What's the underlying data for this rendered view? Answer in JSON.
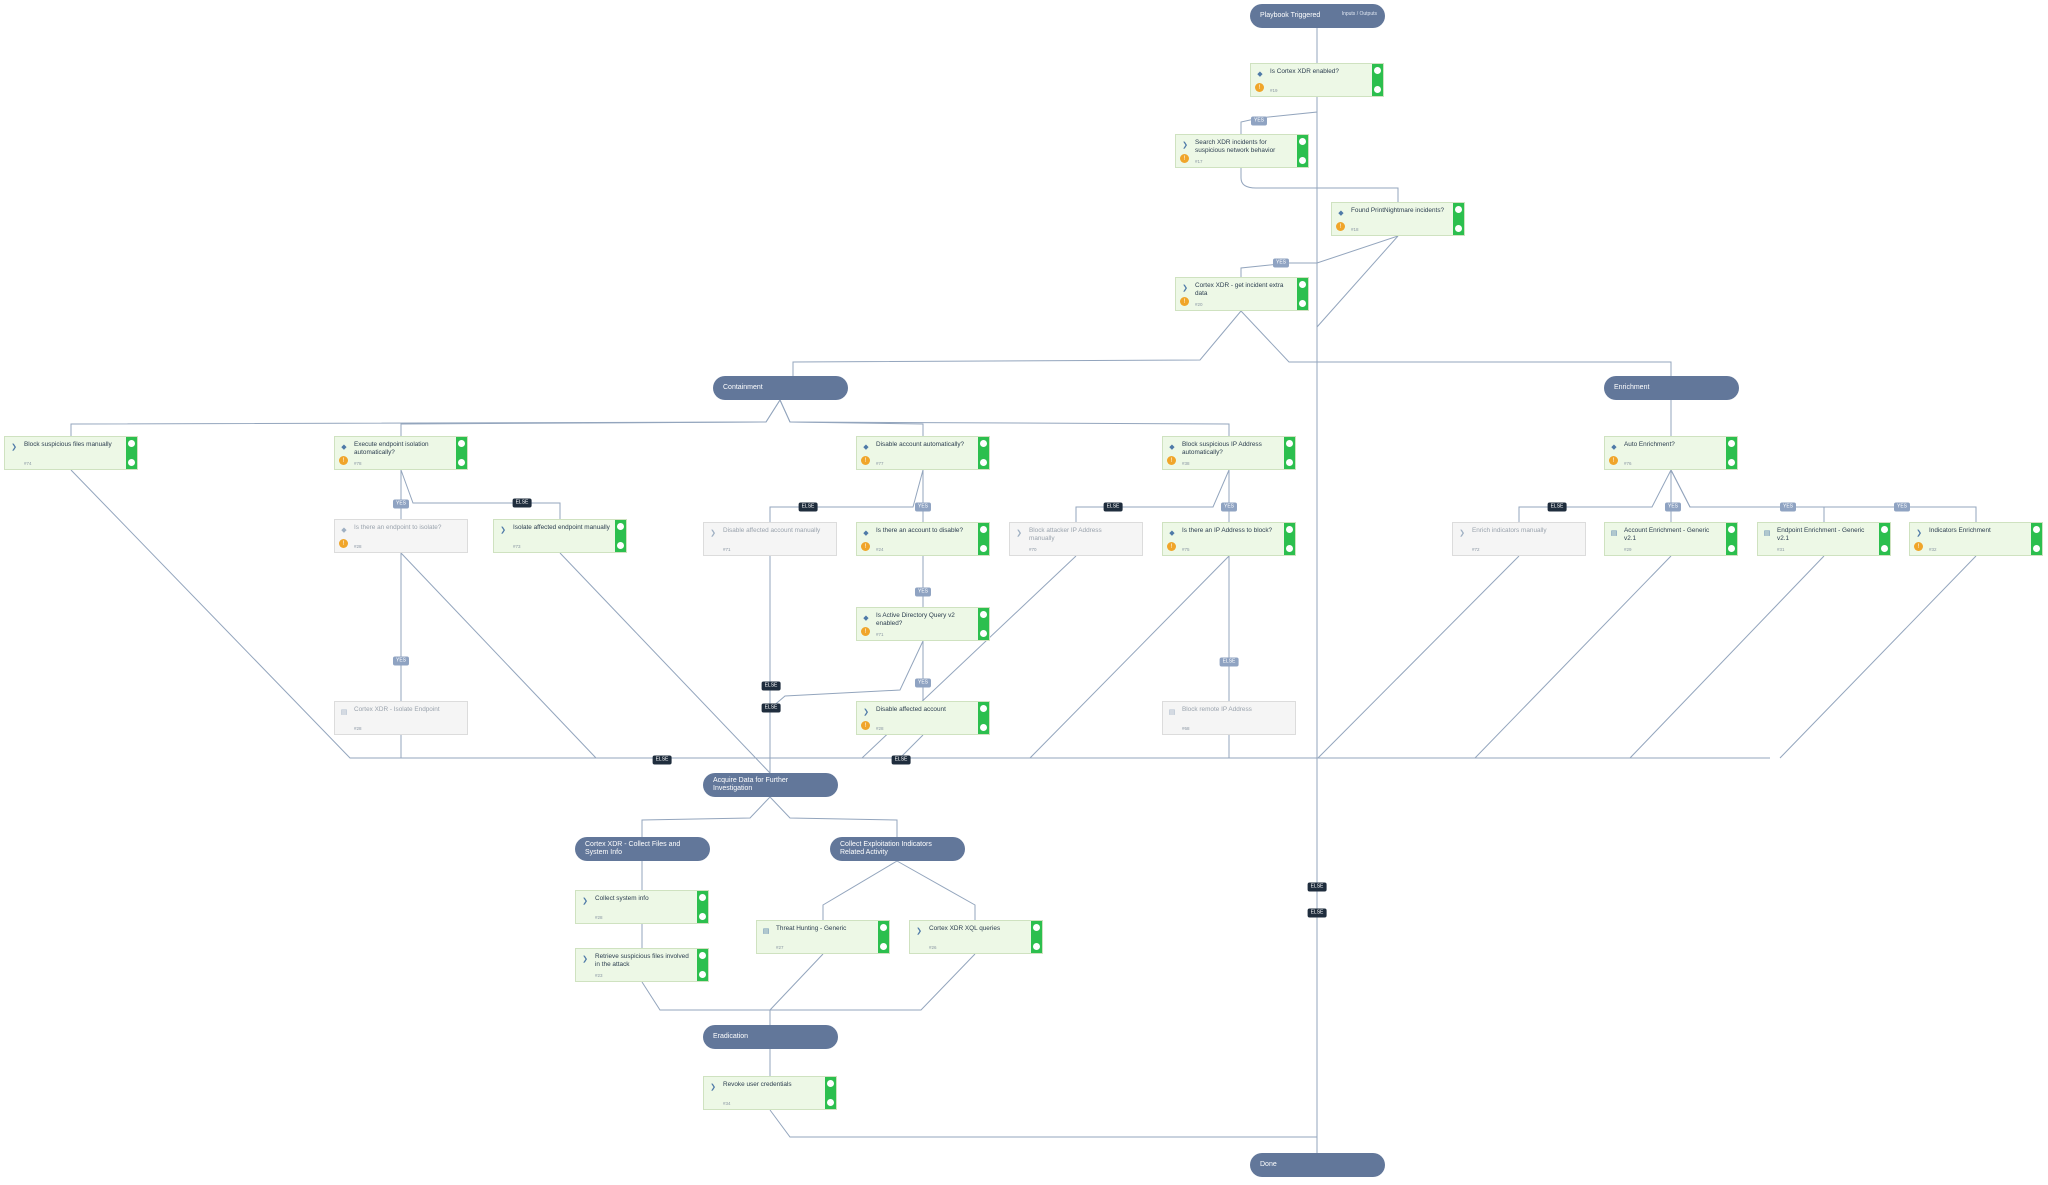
{
  "header": {
    "title": "Playbook Triggered",
    "subtitle": "Inputs / Outputs"
  },
  "sections": [
    {
      "id": "containment",
      "label": "Containment"
    },
    {
      "id": "enrichment",
      "label": "Enrichment"
    },
    {
      "id": "acquire",
      "label": "Acquire Data for Further Investigation"
    },
    {
      "id": "collect-files",
      "label": "Cortex XDR - Collect Files and System Info"
    },
    {
      "id": "collect-exploit",
      "label": "Collect Exploitation Indicators Related Activity"
    },
    {
      "id": "eradication",
      "label": "Eradication"
    },
    {
      "id": "done",
      "label": "Done"
    }
  ],
  "tasks": [
    {
      "id": "t1",
      "title": "Is Cortex XDR enabled?",
      "task_id": "#19",
      "kind": "condition",
      "warn": true,
      "skipped": false
    },
    {
      "id": "t2",
      "title": "Search XDR incidents for suspicious network behavior",
      "task_id": "#17",
      "kind": "regular",
      "warn": true,
      "skipped": false
    },
    {
      "id": "t3",
      "title": "Found PrintNightmare incidents?",
      "task_id": "#18",
      "kind": "condition",
      "warn": true,
      "skipped": false
    },
    {
      "id": "t4",
      "title": "Cortex XDR - get incident extra data",
      "task_id": "#20",
      "kind": "regular",
      "warn": true,
      "skipped": false
    },
    {
      "id": "t5",
      "title": "Block suspicious files manually",
      "task_id": "#74",
      "kind": "regular",
      "warn": false,
      "skipped": false
    },
    {
      "id": "t6",
      "title": "Execute endpoint isolation automatically?",
      "task_id": "#78",
      "kind": "condition",
      "warn": true,
      "skipped": false
    },
    {
      "id": "t7",
      "title": "Is there an endpoint to isolate?",
      "task_id": "#28",
      "kind": "condition",
      "warn": true,
      "skipped": true
    },
    {
      "id": "t8",
      "title": "Isolate affected endpoint manually",
      "task_id": "#73",
      "kind": "regular",
      "warn": false,
      "skipped": false
    },
    {
      "id": "t9",
      "title": "Cortex XDR - Isolate Endpoint",
      "task_id": "#28",
      "kind": "playbook",
      "warn": false,
      "skipped": true
    },
    {
      "id": "t10",
      "title": "Disable account automatically?",
      "task_id": "#77",
      "kind": "condition",
      "warn": true,
      "skipped": false
    },
    {
      "id": "t11",
      "title": "Disable affected account manually",
      "task_id": "#71",
      "kind": "regular",
      "warn": false,
      "skipped": true
    },
    {
      "id": "t12",
      "title": "Is there an account to disable?",
      "task_id": "#24",
      "kind": "condition",
      "warn": true,
      "skipped": false
    },
    {
      "id": "t13",
      "title": "Is Active Directory Query v2 enabled?",
      "task_id": "#71",
      "kind": "condition",
      "warn": true,
      "skipped": false
    },
    {
      "id": "t14",
      "title": "Disable affected account",
      "task_id": "#28",
      "kind": "regular",
      "warn": true,
      "skipped": false
    },
    {
      "id": "t15",
      "title": "Block suspicious IP Address automatically?",
      "task_id": "#38",
      "kind": "condition",
      "warn": true,
      "skipped": false
    },
    {
      "id": "t16",
      "title": "Block attacker IP Address manually",
      "task_id": "#70",
      "kind": "regular",
      "warn": false,
      "skipped": true
    },
    {
      "id": "t17",
      "title": "Is there an IP Address to block?",
      "task_id": "#75",
      "kind": "condition",
      "warn": true,
      "skipped": false
    },
    {
      "id": "t18",
      "title": "Block remote IP Address",
      "task_id": "#68",
      "kind": "playbook",
      "warn": false,
      "skipped": true
    },
    {
      "id": "t19",
      "title": "Auto Enrichment?",
      "task_id": "#76",
      "kind": "condition",
      "warn": true,
      "skipped": false
    },
    {
      "id": "t20",
      "title": "Enrich indicators manually",
      "task_id": "#72",
      "kind": "regular",
      "warn": false,
      "skipped": true
    },
    {
      "id": "t21",
      "title": "Account Enrichment - Generic v2.1",
      "task_id": "#29",
      "kind": "playbook",
      "warn": false,
      "skipped": false
    },
    {
      "id": "t22",
      "title": "Endpoint Enrichment - Generic v2.1",
      "task_id": "#31",
      "kind": "playbook",
      "warn": false,
      "skipped": false
    },
    {
      "id": "t23",
      "title": "Indicators Enrichment",
      "task_id": "#32",
      "kind": "regular",
      "warn": true,
      "skipped": false
    },
    {
      "id": "t24",
      "title": "Collect system info",
      "task_id": "#28",
      "kind": "regular",
      "warn": false,
      "skipped": false
    },
    {
      "id": "t25",
      "title": "Retrieve suspicious files involved in the attack",
      "task_id": "#23",
      "kind": "regular",
      "warn": false,
      "skipped": false
    },
    {
      "id": "t26",
      "title": "Threat Hunting - Generic",
      "task_id": "#27",
      "kind": "playbook",
      "warn": false,
      "skipped": false
    },
    {
      "id": "t27",
      "title": "Cortex XDR XQL queries",
      "task_id": "#26",
      "kind": "regular",
      "warn": false,
      "skipped": false
    },
    {
      "id": "t28",
      "title": "Revoke user credentials",
      "task_id": "#34",
      "kind": "regular",
      "warn": false,
      "skipped": false
    }
  ],
  "edge_labels": [
    {
      "id": "l1",
      "text": "YES",
      "style": "light"
    },
    {
      "id": "l2",
      "text": "YES",
      "style": "light"
    },
    {
      "id": "l3",
      "text": "YES",
      "style": "light"
    },
    {
      "id": "l4",
      "text": "ELSE",
      "style": "dark"
    },
    {
      "id": "l5",
      "text": "ELSE",
      "style": "dark"
    },
    {
      "id": "l6",
      "text": "YES",
      "style": "light"
    },
    {
      "id": "l7",
      "text": "ELSE",
      "style": "dark"
    },
    {
      "id": "l8",
      "text": "YES",
      "style": "light"
    },
    {
      "id": "l9",
      "text": "ELSE",
      "style": "dark"
    },
    {
      "id": "l10",
      "text": "YES",
      "style": "light"
    },
    {
      "id": "l11",
      "text": "YES",
      "style": "light"
    },
    {
      "id": "l12",
      "text": "YES",
      "style": "light"
    },
    {
      "id": "l13",
      "text": "YES",
      "style": "light"
    },
    {
      "id": "l14",
      "text": "YES",
      "style": "light"
    },
    {
      "id": "l15",
      "text": "YES",
      "style": "light"
    },
    {
      "id": "l16",
      "text": "ELSE",
      "style": "dark"
    },
    {
      "id": "l17",
      "text": "ELSE",
      "style": "dark"
    },
    {
      "id": "l18",
      "text": "ELSE",
      "style": "dark"
    },
    {
      "id": "l19",
      "text": "ELSE",
      "style": "dark"
    },
    {
      "id": "l20",
      "text": "ELSE",
      "style": "dark"
    },
    {
      "id": "l21",
      "text": "ELSE",
      "style": "dark"
    },
    {
      "id": "l22",
      "text": "ELSE",
      "style": "dark"
    }
  ],
  "colors": {
    "section": "#62779a",
    "task_bg": "#edf8e6",
    "status_bar": "#2cbf4e",
    "edge": "#93a5bd",
    "warn": "#f0a52a"
  }
}
